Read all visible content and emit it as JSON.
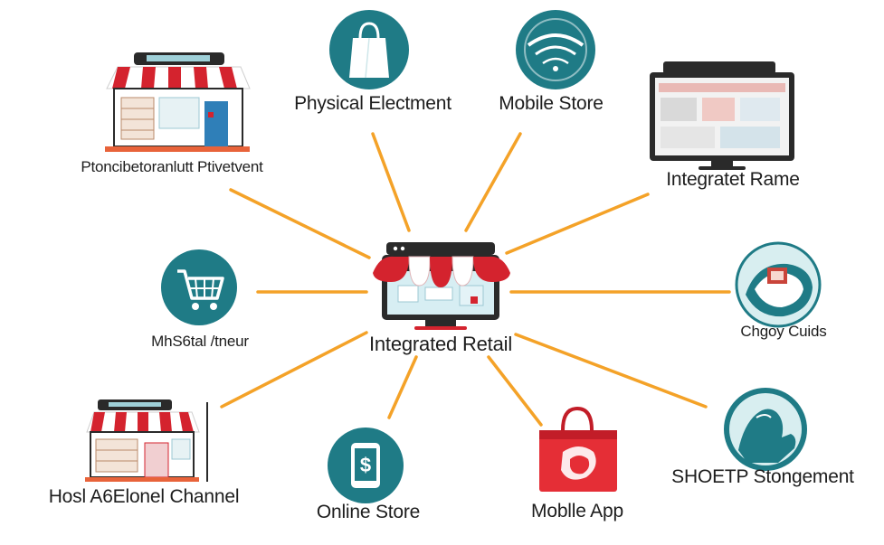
{
  "center": {
    "label": "Integrated Retail",
    "colors": {
      "awning_red": "#d4232e",
      "monitor_frame": "#2a2a2a"
    }
  },
  "nodes": [
    {
      "id": "physical-electment",
      "label": "Physical Electment",
      "icon": "shopping-bag-icon"
    },
    {
      "id": "mobile-store",
      "label": "Mobile Store",
      "icon": "wifi-signal-icon"
    },
    {
      "id": "integratet-rame",
      "label": "Integratet Rame",
      "icon": "monitor-dashboard-icon"
    },
    {
      "id": "chgoy-cuids",
      "label": "Chgoy Cuids",
      "icon": "hand-device-icon"
    },
    {
      "id": "shoetp-stongement",
      "label": "SHOETP Stongement",
      "icon": "hand-touch-icon"
    },
    {
      "id": "mobile-app",
      "label": "Moblle App",
      "icon": "red-shopping-bag-icon"
    },
    {
      "id": "online-store",
      "label": "Online Store",
      "icon": "smartphone-dollar-icon"
    },
    {
      "id": "hosl-channel",
      "label": "Hosl A6Elonel Channel",
      "icon": "storefront-icon"
    },
    {
      "id": "mhs-tneur",
      "label": "MhS6tal /tneur",
      "icon": "shopping-cart-icon"
    },
    {
      "id": "ptoncibe",
      "label": "Ptoncibetoranlutt Ptivetvent",
      "icon": "storefront-icon"
    }
  ],
  "colors": {
    "connector": "#f4a228",
    "circle_teal": "#1f7b86",
    "circle_light": "#d8eef0",
    "label_text": "#1d1d1d",
    "accent_red": "#d4232e"
  }
}
